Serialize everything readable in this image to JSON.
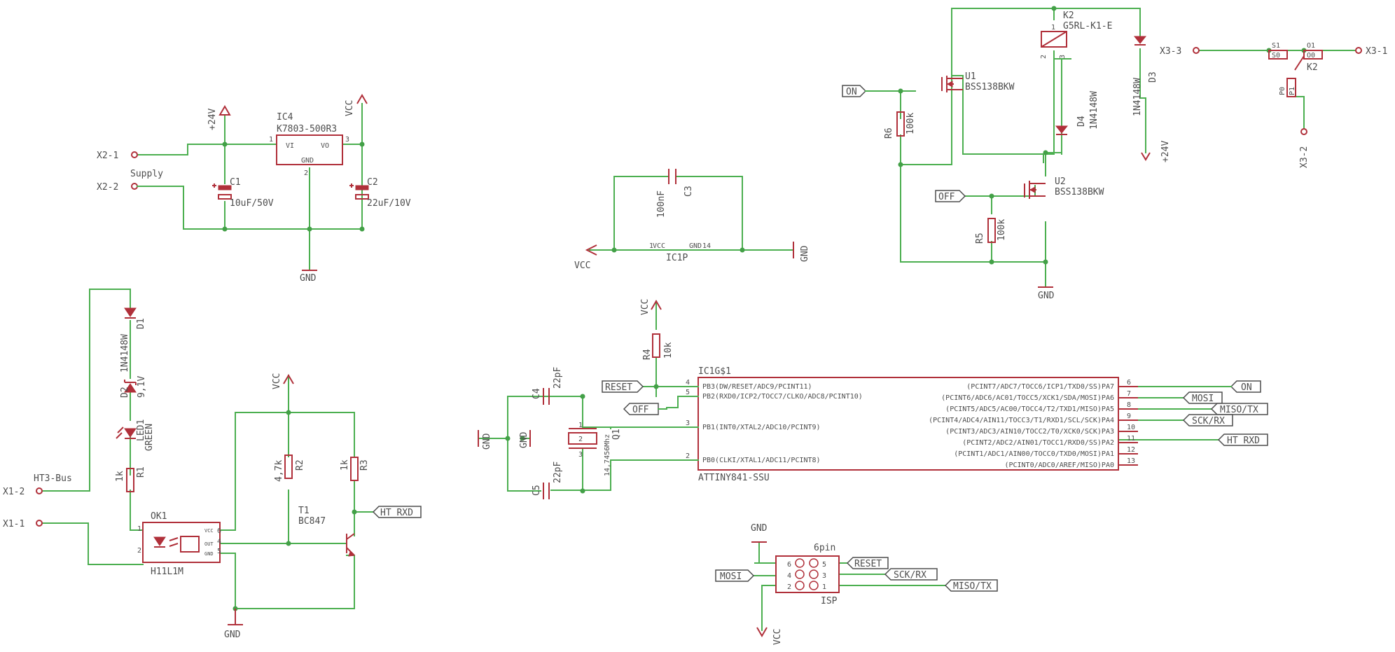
{
  "colors": {
    "wire": "#4caf50",
    "part": "#b0303a",
    "text": "#4d4d4d",
    "junction": "#43a047"
  },
  "connectors": {
    "x2_1": "X2-1",
    "x2_2": "X2-2",
    "supply": "Supply",
    "x1_2": "X1-2",
    "x1_1": "X1-1",
    "ht3_bus": "HT3-Bus",
    "x3_3": "X3-3",
    "x3_1": "X3-1",
    "x3_2": "X3-2"
  },
  "power_supply": {
    "ic4": "IC4",
    "ic4_value": "K7803-500R3",
    "vi": "VI",
    "vo": "VO",
    "gnd": "GND",
    "pin1": "1",
    "pin2": "2",
    "pin3": "3",
    "rail_24v": "+24V",
    "rail_vcc": "VCC",
    "ground": "GND",
    "c1": "C1",
    "c1_value": "10uF/50V",
    "c2": "C2",
    "c2_value": "22uF/10V"
  },
  "decoupling": {
    "c3": "C3",
    "c3_value": "100nF",
    "ic1p": "IC1P",
    "vcc_pin": "VCC",
    "gnd_pin": "GND",
    "pin1": "1",
    "pin14": "14",
    "vcc": "VCC",
    "gnd": "GND"
  },
  "relay": {
    "k2": "K2",
    "k2_value": "G5RL-K1-E",
    "u1": "U1",
    "u1_value": "BSS138BKW",
    "u2": "U2",
    "u2_value": "BSS138BKW",
    "r6": "R6",
    "r6_value": "100k",
    "r5": "R5",
    "r5_value": "100k",
    "d3": "D3",
    "d3_value": "1N4148W",
    "d4": "D4",
    "d4_value": "1N4148W",
    "on_tag": "ON",
    "off_tag": "OFF",
    "rail_24v": "+24V",
    "gnd": "GND",
    "pin1": "1",
    "pin2": "2",
    "pin3": "3"
  },
  "contact": {
    "s1": "S1",
    "s0": "S0",
    "o1": "O1",
    "o0": "O0",
    "p0": "P0",
    "p1": "P1",
    "k2": "K2"
  },
  "input_stage": {
    "d1": "D1",
    "d1_value": "1N4148W",
    "d2": "D2",
    "d2_value": "9,1V",
    "led1": "LED1",
    "led1_value": "GREEN",
    "r1": "R1",
    "r1_value": "1k",
    "r2": "R2",
    "r2_value": "4,7k",
    "r3": "R3",
    "r3_value": "1k",
    "t1": "T1",
    "t1_value": "BC847",
    "ok1": "OK1",
    "ok1_value": "H11L1M",
    "vcc_pin": "VCC",
    "out_pin": "OUT",
    "gnd_pin": "GND",
    "pin1": "1",
    "pin2": "2",
    "pin4": "4",
    "pin5": "5",
    "pin6": "6",
    "vcc": "VCC",
    "gnd": "GND",
    "ht_rxd": "HT_RXD"
  },
  "mcu": {
    "name": "IC1G$1",
    "value": "ATTINY841-SSU",
    "vcc": "VCC",
    "r4": "R4",
    "r4_value": "10k",
    "c4": "C4",
    "c4_value": "22pF",
    "c5": "C5",
    "c5_value": "22pF",
    "q1": "Q1",
    "q1_value": "14,7456Mhz",
    "gnd": "GND",
    "xpin1": "1",
    "xpin2": "2",
    "xpin3": "3",
    "reset_tag": "RESET",
    "off_tag": "OFF",
    "left_pins": [
      {
        "num": "4",
        "label": "PB3(DW/RESET/ADC9/PCINT11)"
      },
      {
        "num": "5",
        "label": "PB2(RXD0/ICP2/TOCC7/CLKO/ADC8/PCINT10)"
      },
      {
        "num": "3",
        "label": "PB1(INT0/XTAL2/ADC10/PCINT9)"
      },
      {
        "num": "2",
        "label": "PB0(CLKI/XTAL1/ADC11/PCINT8)"
      }
    ],
    "right_pins": [
      {
        "num": "6",
        "label": "(PCINT7/ADC7/TOCC6/ICP1/TXD0/SS)PA7"
      },
      {
        "num": "7",
        "label": "(PCINT6/ADC6/AC01/TOCC5/XCK1/SDA/MOSI)PA6"
      },
      {
        "num": "8",
        "label": "(PCINT5/ADC5/AC00/TOCC4/T2/TXD1/MISO)PA5"
      },
      {
        "num": "9",
        "label": "(PCINT4/ADC4/AIN11/TOCC3/T1/RXD1/SCL/SCK)PA4"
      },
      {
        "num": "10",
        "label": "(PCINT3/ADC3/AIN10/TOCC2/T0/XCK0/SCK)PA3"
      },
      {
        "num": "11",
        "label": "(PCINT2/ADC2/AIN01/TOCC1/RXD0/SS)PA2"
      },
      {
        "num": "12",
        "label": "(PCINT1/ADC1/AIN00/TOCC0/TXD0/MOSI)PA1"
      },
      {
        "num": "13",
        "label": "(PCINT0/ADC0/AREF/MISO)PA0"
      }
    ],
    "tags": {
      "on": "ON",
      "mosi": "MOSI",
      "miso_tx": "MISO/TX",
      "sck_rx": "SCK/RX",
      "ht_rxd": "HT_RXD"
    }
  },
  "isp": {
    "name": "ISP",
    "value": "6pin",
    "gnd": "GND",
    "vcc": "VCC",
    "pins": [
      "6",
      "4",
      "2",
      "5",
      "3",
      "1"
    ],
    "reset": "RESET",
    "mosi": "MOSI",
    "sck_rx": "SCK/RX",
    "miso_tx": "MISO/TX"
  }
}
